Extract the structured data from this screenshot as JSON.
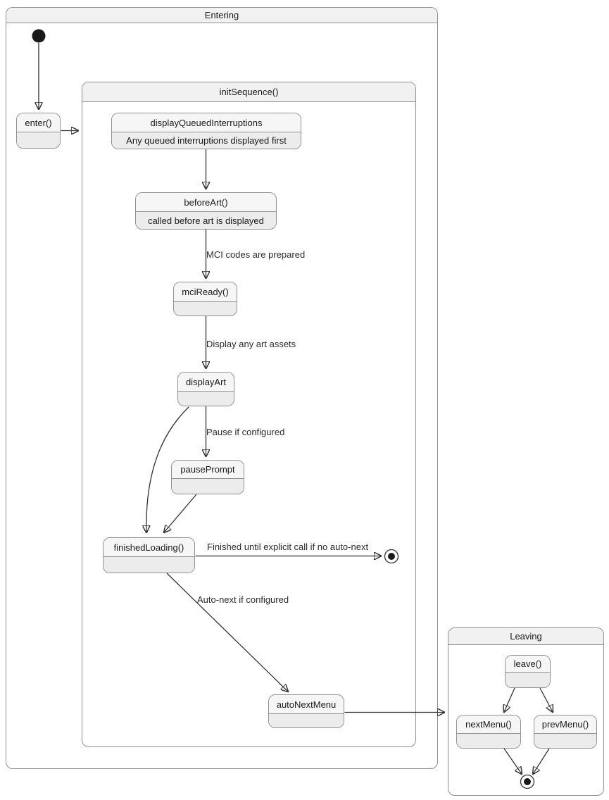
{
  "diagram": {
    "type": "state-diagram",
    "containers": {
      "entering": {
        "title": "Entering"
      },
      "initSequence": {
        "title": "initSequence()"
      },
      "leaving": {
        "title": "Leaving"
      }
    },
    "states": [
      {
        "id": "enter",
        "title": "enter()",
        "description": ""
      },
      {
        "id": "displayQueuedInterruptions",
        "title": "displayQueuedInterruptions",
        "description": "Any queued interruptions displayed first"
      },
      {
        "id": "beforeArt",
        "title": "beforeArt()",
        "description": "called before art is displayed"
      },
      {
        "id": "mciReady",
        "title": "mciReady()",
        "description": ""
      },
      {
        "id": "displayArt",
        "title": "displayArt",
        "description": ""
      },
      {
        "id": "pausePrompt",
        "title": "pausePrompt",
        "description": ""
      },
      {
        "id": "finishedLoading",
        "title": "finishedLoading()",
        "description": ""
      },
      {
        "id": "autoNextMenu",
        "title": "autoNextMenu",
        "description": ""
      },
      {
        "id": "leave",
        "title": "leave()",
        "description": ""
      },
      {
        "id": "nextMenu",
        "title": "nextMenu()",
        "description": ""
      },
      {
        "id": "prevMenu",
        "title": "prevMenu()",
        "description": ""
      }
    ],
    "edge_labels": [
      {
        "id": "mci-codes",
        "text": "MCI codes are prepared"
      },
      {
        "id": "display-art",
        "text": "Display any art assets"
      },
      {
        "id": "pause-if",
        "text": "Pause if configured"
      },
      {
        "id": "finished-until",
        "text": "Finished until explicit call if no auto-next"
      },
      {
        "id": "auto-next",
        "text": "Auto-next if configured"
      }
    ],
    "colors": {
      "state_fill": "#ececec",
      "state_title_fill": "#f6f6f6",
      "container_header_fill": "#f1f1f1",
      "border": "#8f8f8f",
      "edge": "#333333",
      "text": "#1a1a1a",
      "background": "#ffffff"
    }
  }
}
